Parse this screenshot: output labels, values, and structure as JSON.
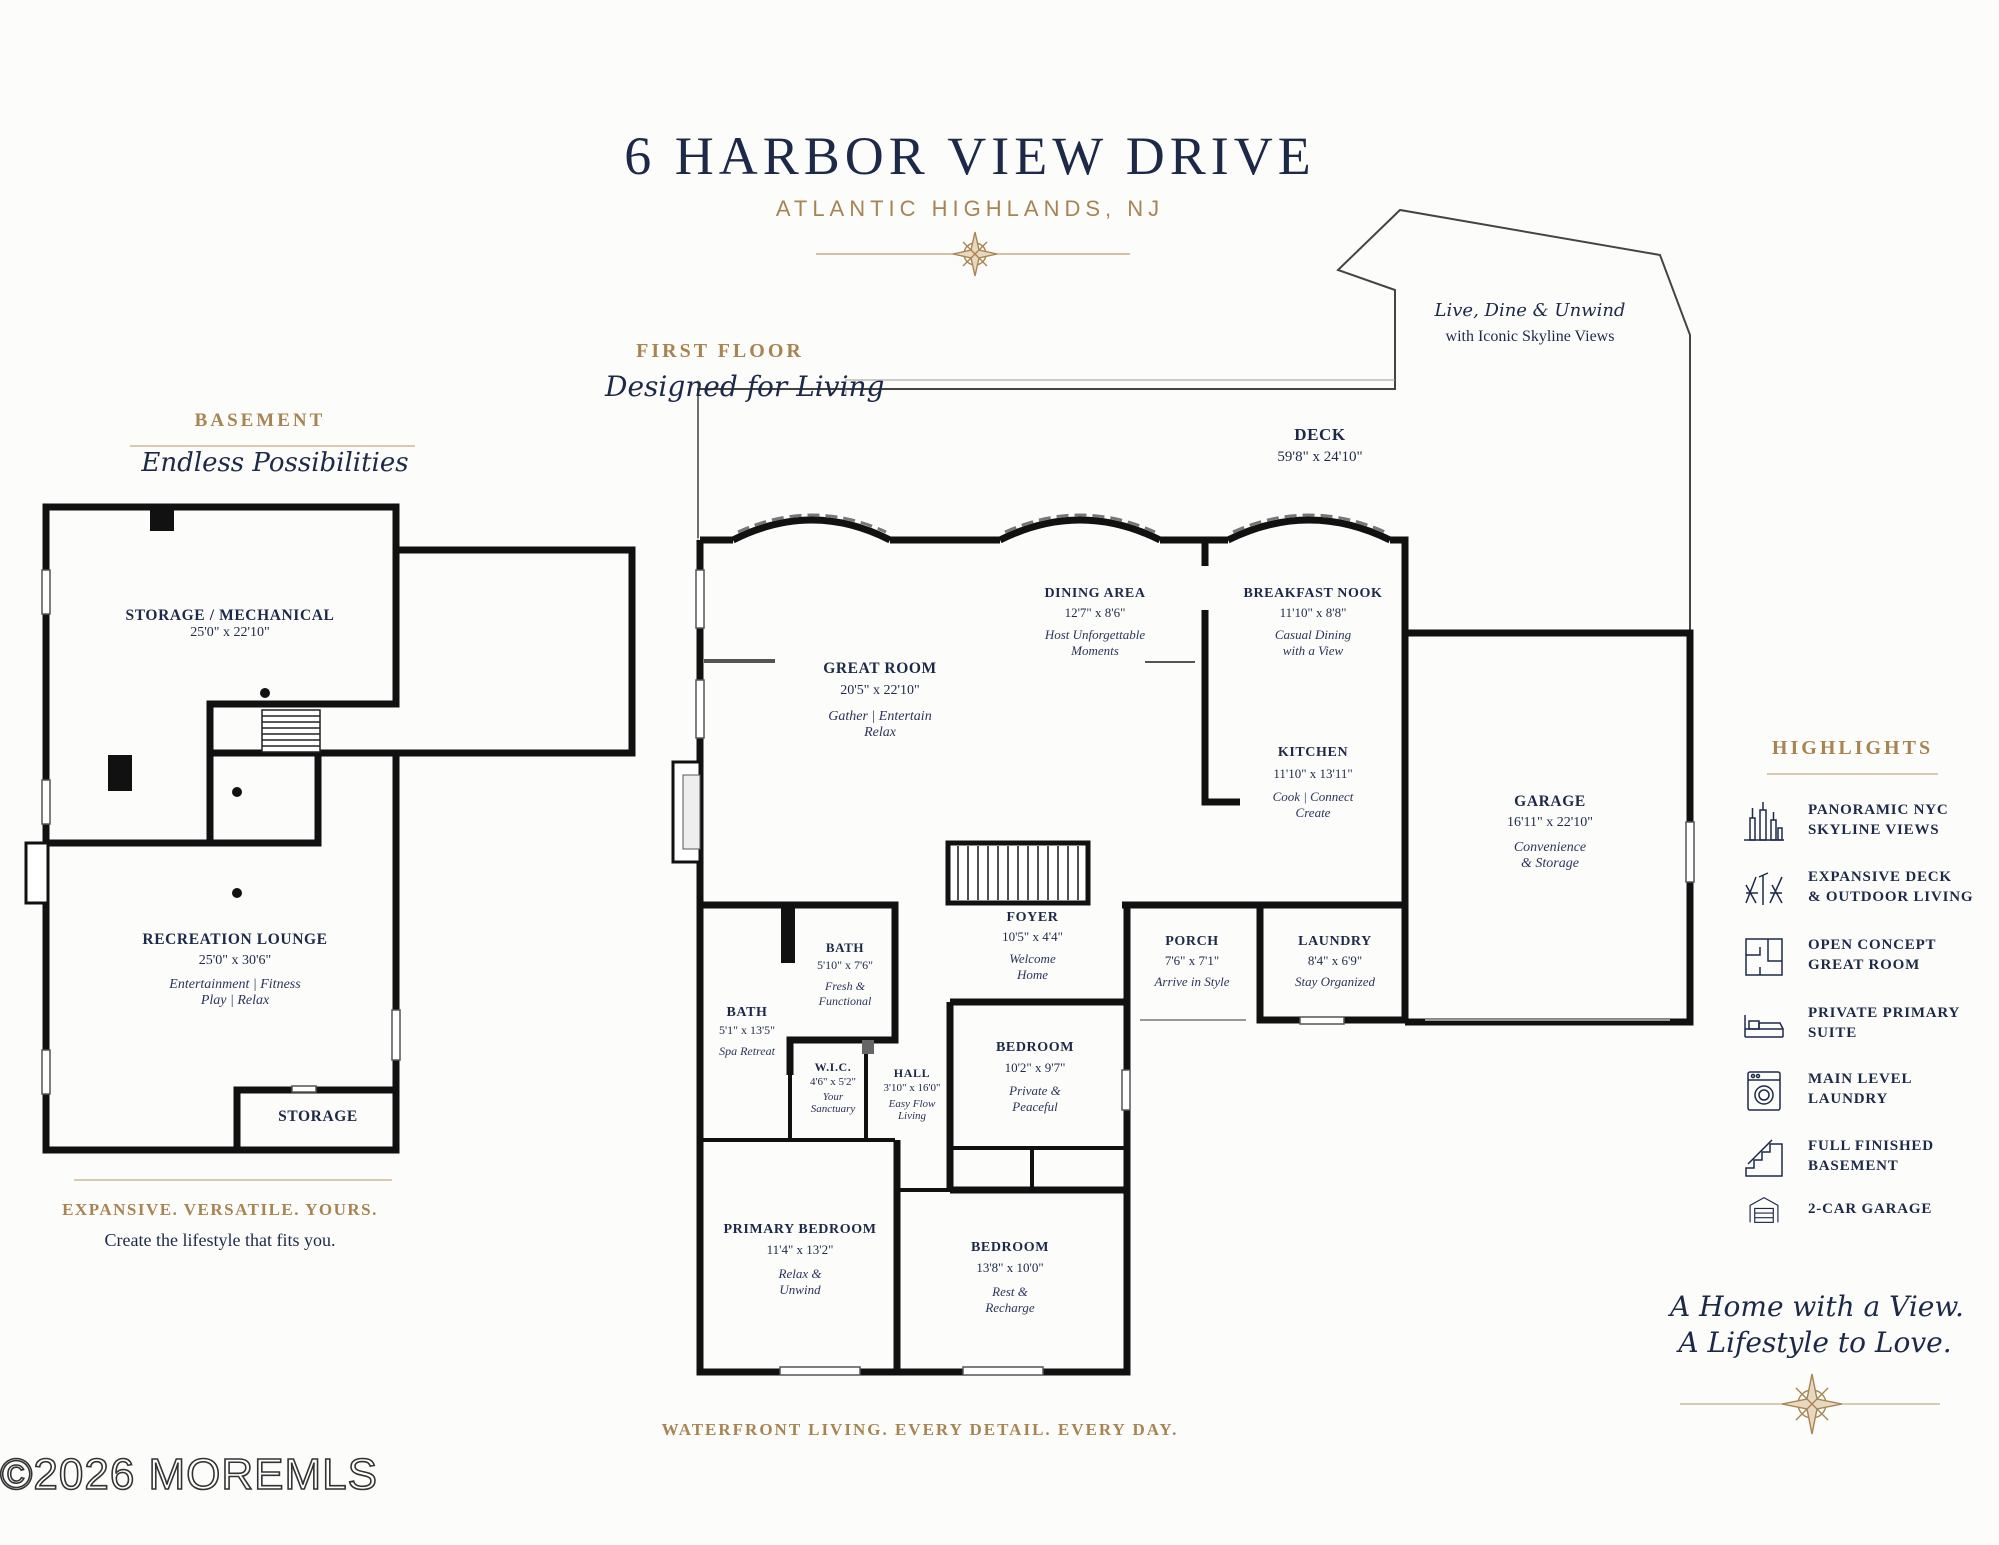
{
  "header": {
    "title": "6 HARBOR VIEW DRIVE",
    "subtitle": "ATLANTIC HIGHLANDS, NJ"
  },
  "basement": {
    "heading": "BASEMENT",
    "tagline": "Endless Possibilities",
    "rooms": {
      "storage_mech": {
        "name": "STORAGE / MECHANICAL",
        "dims": "25'0\" x 22'10\""
      },
      "rec_lounge": {
        "name": "RECREATION LOUNGE",
        "dims": "25'0\" x 30'6\"",
        "desc1": "Entertainment | Fitness",
        "desc2": "Play | Relax"
      },
      "storage": {
        "name": "STORAGE"
      }
    },
    "footer_heading": "EXPANSIVE. VERSATILE. YOURS.",
    "footer_text": "Create the lifestyle that fits you."
  },
  "first_floor": {
    "heading": "FIRST FLOOR",
    "tagline": "Designed for Living",
    "deck_note_script": "Live, Dine & Unwind",
    "deck_note": "with Iconic Skyline Views",
    "rooms": {
      "deck": {
        "name": "DECK",
        "dims": "59'8\" x 24'10\""
      },
      "great_room": {
        "name": "GREAT ROOM",
        "dims": "20'5\" x 22'10\"",
        "desc1": "Gather | Entertain",
        "desc2": "Relax"
      },
      "dining": {
        "name": "DINING AREA",
        "dims": "12'7\" x 8'6\"",
        "desc1": "Host Unforgettable",
        "desc2": "Moments"
      },
      "nook": {
        "name": "BREAKFAST NOOK",
        "dims": "11'10\" x 8'8\"",
        "desc1": "Casual Dining",
        "desc2": "with a View"
      },
      "kitchen": {
        "name": "KITCHEN",
        "dims": "11'10\" x 13'11\"",
        "desc1": "Cook | Connect",
        "desc2": "Create"
      },
      "garage": {
        "name": "GARAGE",
        "dims": "16'11\" x 22'10\"",
        "desc1": "Convenience",
        "desc2": "& Storage"
      },
      "foyer": {
        "name": "FOYER",
        "dims": "10'5\" x 4'4\"",
        "desc1": "Welcome",
        "desc2": "Home"
      },
      "porch": {
        "name": "PORCH",
        "dims": "7'6\" x 7'1\"",
        "desc1": "Arrive in Style"
      },
      "laundry": {
        "name": "LAUNDRY",
        "dims": "8'4\" x 6'9\"",
        "desc1": "Stay Organized"
      },
      "bath_small": {
        "name": "BATH",
        "dims": "5'10\" x 7'6\"",
        "desc1": "Fresh &",
        "desc2": "Functional"
      },
      "bath_main": {
        "name": "BATH",
        "dims": "5'1\" x 13'5\"",
        "desc1": "Spa Retreat"
      },
      "wic": {
        "name": "W.I.C.",
        "dims": "4'6\" x 5'2\"",
        "desc1": "Your",
        "desc2": "Sanctuary"
      },
      "hall": {
        "name": "HALL",
        "dims": "3'10\" x 16'0\"",
        "desc1": "Easy Flow",
        "desc2": "Living"
      },
      "bedroom_a": {
        "name": "BEDROOM",
        "dims": "10'2\" x 9'7\"",
        "desc1": "Private &",
        "desc2": "Peaceful"
      },
      "primary": {
        "name": "PRIMARY BEDROOM",
        "dims": "11'4\" x 13'2\"",
        "desc1": "Relax &",
        "desc2": "Unwind"
      },
      "bedroom_b": {
        "name": "BEDROOM",
        "dims": "13'8\" x 10'0\"",
        "desc1": "Rest &",
        "desc2": "Recharge"
      }
    },
    "footer": "WATERFRONT LIVING. EVERY DETAIL. EVERY DAY."
  },
  "highlights": {
    "heading": "HIGHLIGHTS",
    "items": [
      {
        "icon": "skyline-icon",
        "line1": "PANORAMIC NYC",
        "line2": "SKYLINE VIEWS"
      },
      {
        "icon": "deck-chairs-icon",
        "line1": "EXPANSIVE DECK",
        "line2": "& OUTDOOR LIVING"
      },
      {
        "icon": "floorplan-icon",
        "line1": "OPEN CONCEPT",
        "line2": "GREAT ROOM"
      },
      {
        "icon": "bed-icon",
        "line1": "PRIVATE PRIMARY",
        "line2": "SUITE"
      },
      {
        "icon": "washer-icon",
        "line1": "MAIN LEVEL",
        "line2": "LAUNDRY"
      },
      {
        "icon": "stairs-icon",
        "line1": "FULL FINISHED",
        "line2": "BASEMENT"
      },
      {
        "icon": "garage-icon",
        "line1": "2-CAR GARAGE",
        "line2": ""
      }
    ],
    "slogan1": "A Home with a View.",
    "slogan2": "A Lifestyle to Love."
  },
  "watermark": "©2026 MOREMLS",
  "colors": {
    "navy": "#1c2948",
    "gold": "#a78452",
    "wall": "#111111"
  }
}
